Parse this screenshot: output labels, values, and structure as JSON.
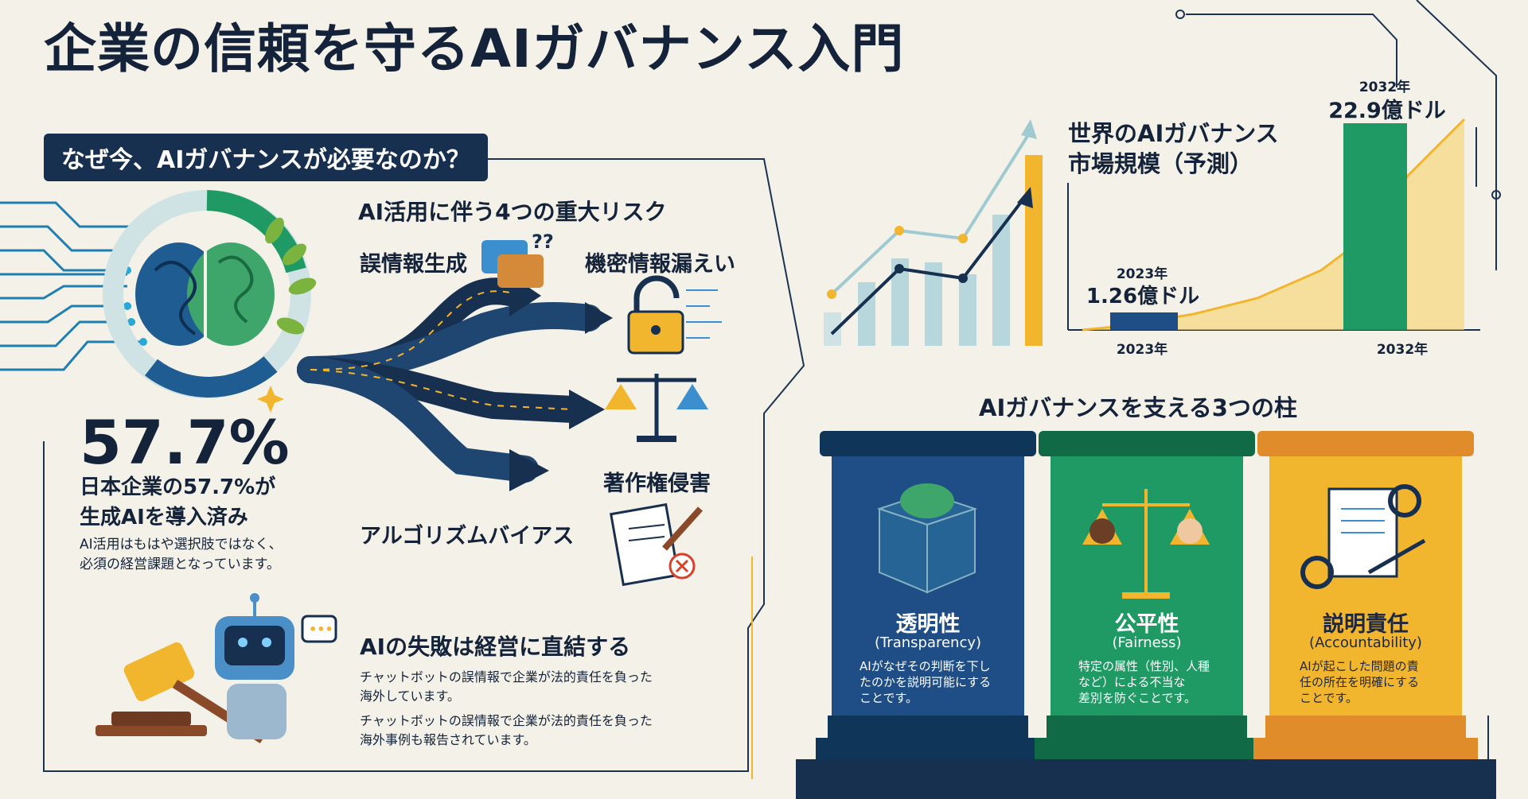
{
  "title": "企業の信頼を守るAIガバナンス入門",
  "why_heading": "なぜ今、AIガバナンスが必要なのか？",
  "stat": {
    "value": "57.7%",
    "line1": "日本企業の57.7%が",
    "line2": "生成AIを導入済み",
    "desc1": "AI活用はもはや選択肢ではなく、",
    "desc2": "必須の経営課題となっています。"
  },
  "risks": {
    "title": "AI活用に伴う4つの重大リスク",
    "items": [
      "誤情報生成",
      "機密情報漏えい",
      "著作権侵害",
      "アルゴリズムバイアス"
    ]
  },
  "failure": {
    "title": "AIの失敗は経営に直結する",
    "p1a": "チャットボットの誤情報で企業が法的責任を負った",
    "p1b": "海外しています。",
    "p2a": "チャットボットの誤情報で企業が法的責任を負った",
    "p2b": "海外事例も報告されています。"
  },
  "market": {
    "title_line1": "世界のAIガバナンス",
    "title_line2": "市場規模（予測）",
    "y2023_label": "2023年",
    "y2023_value": "1.26億ドル",
    "y2032_label": "2032年",
    "y2032_value": "22.9億ドル",
    "axis_2023": "2023年",
    "axis_2032": "2032年"
  },
  "chart_data": {
    "type": "bar",
    "categories": [
      "2023年",
      "2032年"
    ],
    "values": [
      1.26,
      22.9
    ],
    "title": "世界のAIガバナンス市場規模（予測）",
    "xlabel": "",
    "ylabel": "",
    "data_labels": [
      "1.26億ドル",
      "22.9億ドル"
    ]
  },
  "pillars": {
    "title": "AIガバナンスを支える3つの柱",
    "items": [
      {
        "name": "透明性",
        "en": "(Transparency)",
        "desc1": "AIがなぜその判断を下し",
        "desc2": "たのかを説明可能にする",
        "desc3": "ことです。"
      },
      {
        "name": "公平性",
        "en": "(Fairness)",
        "desc1": "特定の属性（性別、人種",
        "desc2": "など）による不当な",
        "desc3": "差別を防ぐことです。"
      },
      {
        "name": "説明責任",
        "en": "(Accountability)",
        "desc1": "AIが起こした問題の責",
        "desc2": "任の所在を明確にする",
        "desc3": "ことです。"
      }
    ]
  },
  "colors": {
    "navy": "#17304f",
    "blue": "#1f5c91",
    "green": "#1f9a64",
    "amber": "#f2b62e",
    "teal": "#9fcad0",
    "background": "#f3f1e8"
  }
}
